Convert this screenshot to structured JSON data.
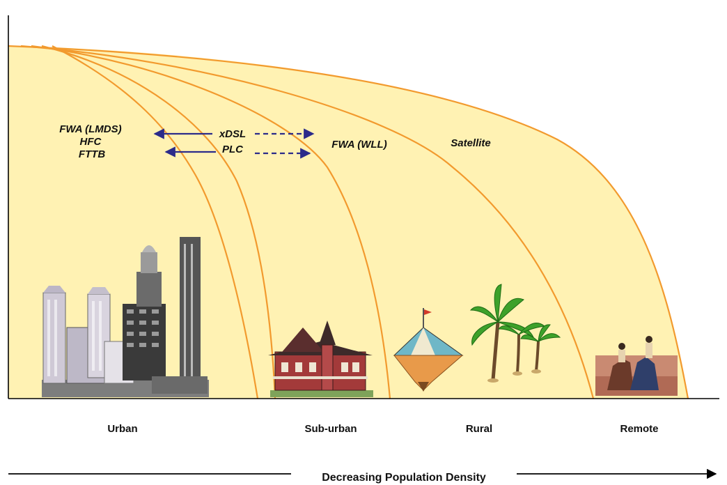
{
  "technologies": {
    "urban_stack": [
      "FWA (LMDS)",
      "HFC",
      "FTTB"
    ],
    "xdsl": "xDSL",
    "plc": "PLC",
    "fwa_wll": "FWA (WLL)",
    "satellite": "Satellite"
  },
  "zones": {
    "urban": "Urban",
    "suburban": "Sub-urban",
    "rural": "Rural",
    "remote": "Remote"
  },
  "axis": {
    "label": "Decreasing Population Density"
  },
  "colors": {
    "fill": "#FFF2B3",
    "curve": "#F29A2E",
    "arrow": "#2B2B8A",
    "text": "#111111"
  },
  "icons": [
    "city-skyline-icon",
    "victorian-house-icon",
    "tent-icon",
    "palm-trees-icon",
    "camel-riders-icon"
  ]
}
